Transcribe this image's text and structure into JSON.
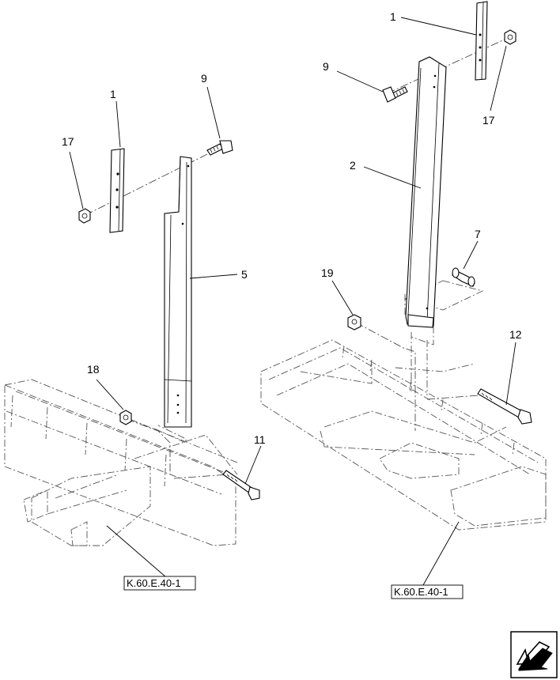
{
  "callouts": {
    "left_strap": "1",
    "left_bolt": "9",
    "left_nut": "17",
    "left_post": "5",
    "left_lower_nut": "18",
    "left_long_bolt": "11",
    "right_strap": "1",
    "right_bolt": "9",
    "right_nut": "17",
    "right_post": "2",
    "right_spacer": "7",
    "right_lower_nut": "19",
    "right_long_bolt": "12"
  },
  "references": {
    "left": "K.60.E.40-1",
    "right": "K.60.E.40-1"
  },
  "nav": {
    "icon": "previous-page-arrow-icon"
  }
}
